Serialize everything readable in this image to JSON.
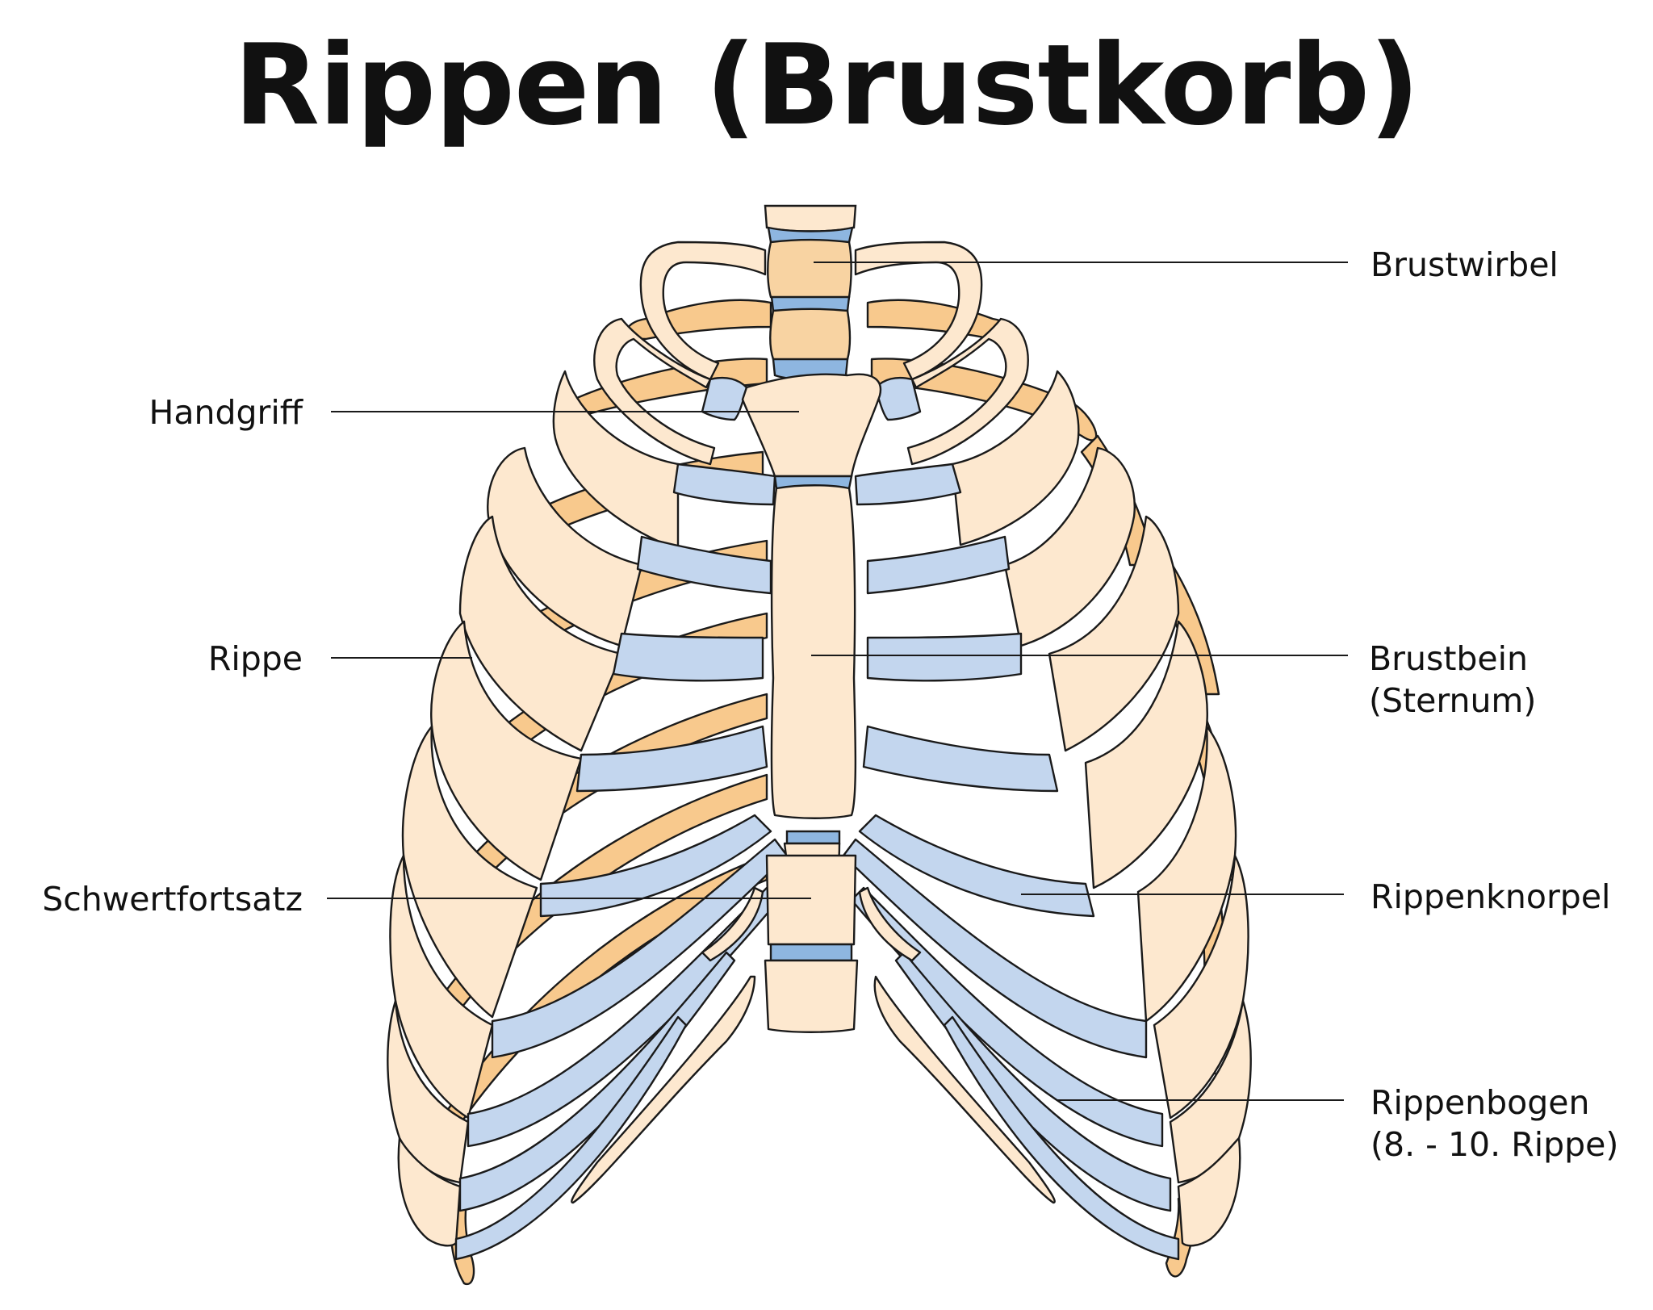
{
  "title": "Rippen (Brustkorb)",
  "colors": {
    "bone": "#fde8cf",
    "posterior_rib": "#f8c98d",
    "cartilage": "#c3d6ee",
    "intervertebral_disc": "#8eb6e0",
    "outline": "#1a1a1a"
  },
  "labels": {
    "brustwirbel": "Brustwirbel",
    "handgriff": "Handgriff",
    "rippe": "Rippe",
    "brustbein_line1": "Brustbein",
    "brustbein_line2": "(Sternum)",
    "schwertfortsatz": "Schwertfortsatz",
    "rippenknorpel": "Rippenknorpel",
    "rippenbogen_line1": "Rippenbogen",
    "rippenbogen_line2": "(8. - 10. Rippe)"
  }
}
